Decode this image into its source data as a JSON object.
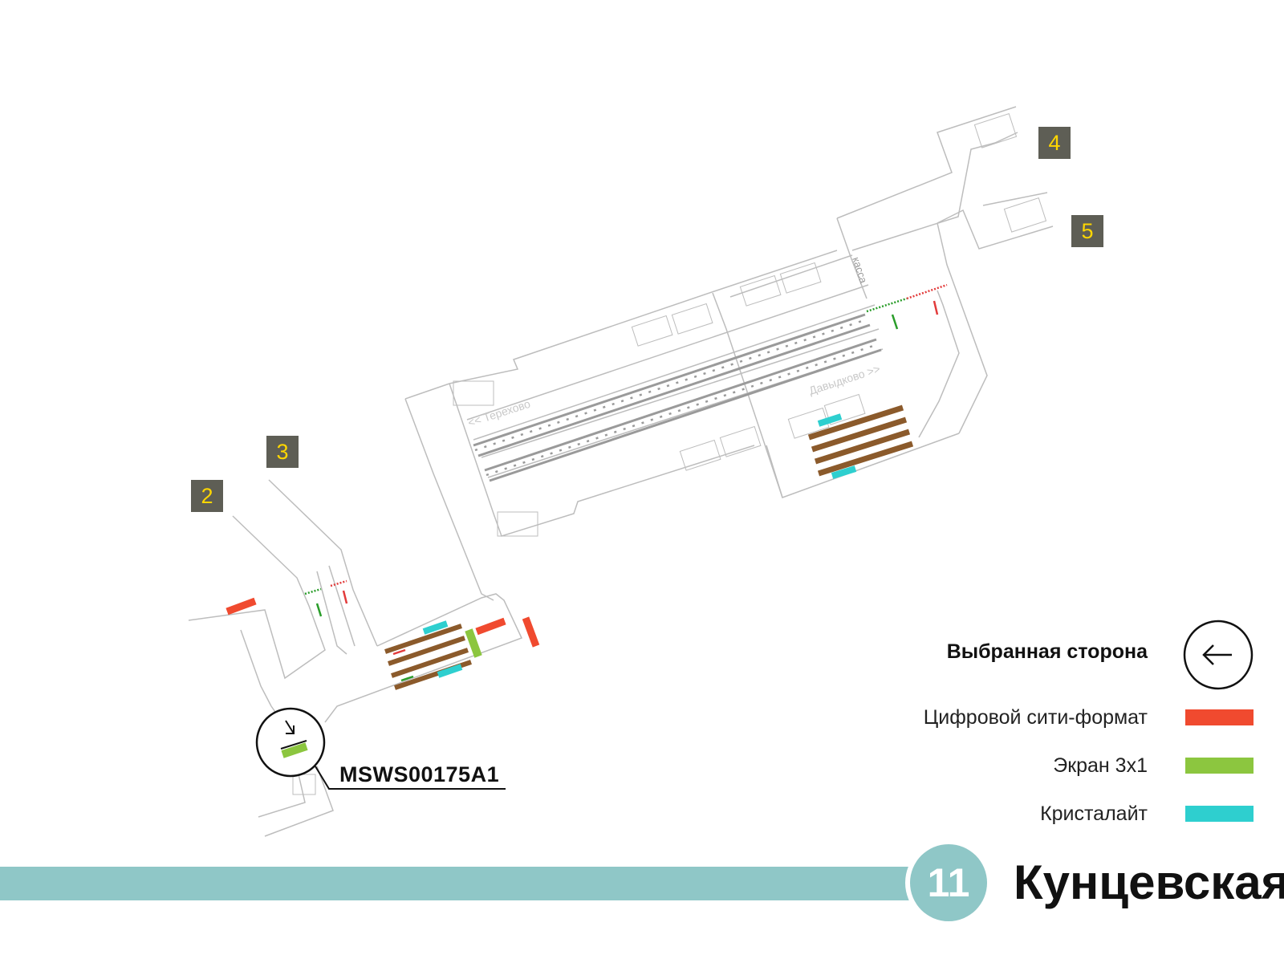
{
  "station": {
    "name": "Кунцевская",
    "line_number": "11",
    "line_color": "#8fc7c7"
  },
  "exits": [
    {
      "number": "2"
    },
    {
      "number": "3"
    },
    {
      "number": "4"
    },
    {
      "number": "5"
    }
  ],
  "directions": {
    "left": "<< Терехово",
    "right": "Давыдково >>"
  },
  "kassa_label": "касса",
  "ad_id": "MSWS00175A1",
  "legend": {
    "selected_side": "Выбранная сторона",
    "items": [
      {
        "label": "Цифровой сити-формат",
        "color": "#f04a2f"
      },
      {
        "label": "Экран 3x1",
        "color": "#8cc63f"
      },
      {
        "label": "Кристалайт",
        "color": "#2ecfcf"
      }
    ]
  },
  "colors": {
    "wall": "#bdbdbd",
    "escalator": "#8b5a2b",
    "exit_badge_bg": "#5e5e55",
    "exit_badge_text": "#ffd600",
    "arrow_in": "#2a9d2a",
    "arrow_out": "#e23b3b"
  }
}
